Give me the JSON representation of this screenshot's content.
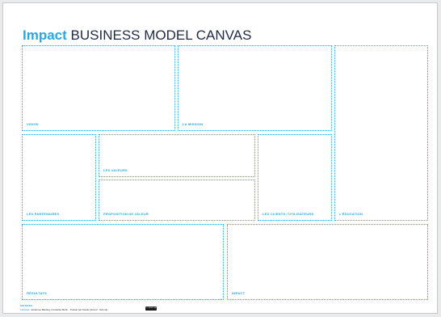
{
  "title": {
    "accent": "Impact",
    "rest": "BUSINESS MODEL CANVAS"
  },
  "blocks": {
    "vision": "VISION",
    "mission": "LA MISSION",
    "education": "L'ÉDUCATION",
    "partners": "LES PARTENAIRES",
    "values": "LES VALEURS",
    "value_proposition": "PROPOSITION DE VALEUR",
    "clients": "LES CLIENTS / UTILISATEURS",
    "results": "RÉSULTATS",
    "impact": "IMPACT"
  },
  "footer": {
    "source_label": "SOURCES :",
    "license_label": "License:",
    "license_text": "Johannes Bierling, Frederike Behn · Traduit par Stuckt (Grand · School)",
    "badge": "CC BY-NC-SA"
  },
  "colors": {
    "accent": "#29a9e1",
    "title": "#1f2a44"
  }
}
